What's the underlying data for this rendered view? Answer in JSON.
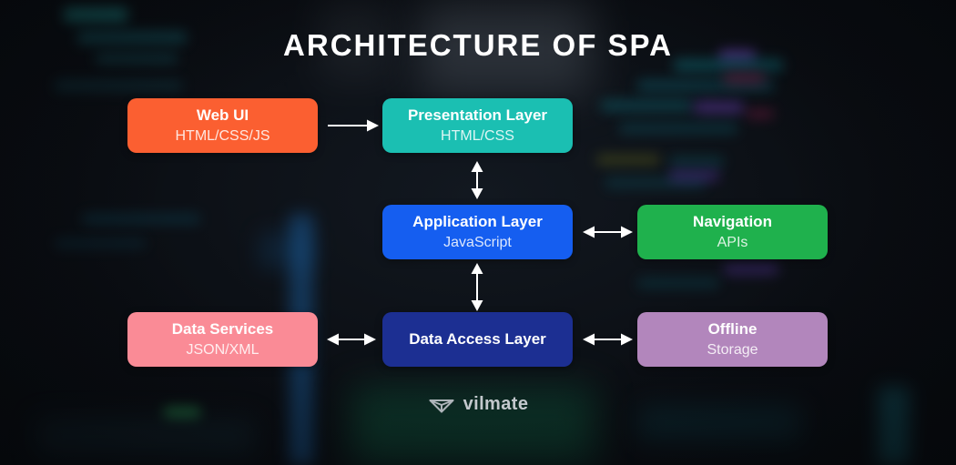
{
  "title": "ARCHITECTURE OF SPA",
  "diagram": {
    "nodes": [
      {
        "id": "web-ui",
        "title": "Web UI",
        "subtitle": "HTML/CSS/JS",
        "color": "#fb5f31"
      },
      {
        "id": "presentation-layer",
        "title": "Presentation Layer",
        "subtitle": "HTML/CSS",
        "color": "#1bbfb2"
      },
      {
        "id": "application-layer",
        "title": "Application Layer",
        "subtitle": "JavaScript",
        "color": "#155ef0"
      },
      {
        "id": "navigation",
        "title": "Navigation",
        "subtitle": "APIs",
        "color": "#1fb14d"
      },
      {
        "id": "data-services",
        "title": "Data Services",
        "subtitle": "JSON/XML",
        "color": "#fa8b96"
      },
      {
        "id": "data-access-layer",
        "title": "Data Access Layer",
        "subtitle": "",
        "color": "#1c2f92"
      },
      {
        "id": "offline",
        "title": "Offline",
        "subtitle": "Storage",
        "color": "#b286bc"
      }
    ],
    "edges": [
      {
        "from": "Web UI",
        "to": "Presentation Layer",
        "type": "one-way"
      },
      {
        "from": "Presentation Layer",
        "to": "Application Layer",
        "type": "two-way"
      },
      {
        "from": "Application Layer",
        "to": "Navigation",
        "type": "two-way"
      },
      {
        "from": "Application Layer",
        "to": "Data Access Layer",
        "type": "two-way"
      },
      {
        "from": "Data Services",
        "to": "Data Access Layer",
        "type": "two-way"
      },
      {
        "from": "Data Access Layer",
        "to": "Offline",
        "type": "two-way"
      }
    ],
    "arrow_color": "#ffffff"
  },
  "brand": {
    "name": "vilmate",
    "icon": "vilmate-gem-icon",
    "text_color": "#c3c8cd"
  }
}
